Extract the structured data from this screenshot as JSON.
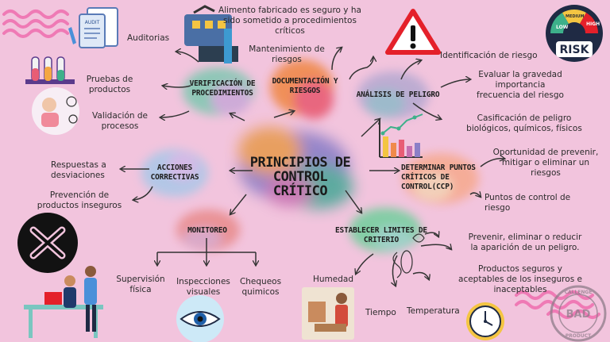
{
  "center": {
    "title_lines": [
      "PRINCIPIOS DE",
      "CONTROL",
      "CRÍTICO"
    ]
  },
  "nodes": {
    "verificacion": {
      "lines": [
        "VERIFICACIÓN DE",
        "PROCEDIMIENTOS"
      ]
    },
    "documentacion": {
      "lines": [
        "DOCUMENTACIÓN Y",
        "RIESGOS"
      ]
    },
    "analisis": {
      "lines": [
        "ANÁLISIS DE PELIGRO"
      ]
    },
    "acciones": {
      "lines": [
        "ACCIONES",
        "CORRECTIVAS"
      ]
    },
    "puntos": {
      "lines": [
        "DETERMINAR PUNTOS",
        "CRÍTICOS DE",
        "CONTROL(CCP)"
      ]
    },
    "monitoreo": {
      "lines": [
        "MONITOREO"
      ]
    },
    "limites": {
      "lines": [
        "ESTABLECER LIMITES DE",
        "CRITERIO"
      ]
    }
  },
  "leaves": {
    "auditorias": "Auditorias",
    "pruebas": [
      "Pruebas de",
      "productos"
    ],
    "validacion": [
      "Validación de",
      "procesos"
    ],
    "alimento": [
      "Alimento fabricado es seguro y ha",
      "sido  sometido a procedimientos",
      "críticos"
    ],
    "mantenimiento": [
      "Mantenimiento de",
      "riesgos"
    ],
    "identificacion": "Identificación de riesgo",
    "evaluar": [
      "Evaluar la gravedad",
      "importancia",
      "frecuencia del riesgo"
    ],
    "clasificacion": [
      "Casificación de peligro",
      "biológicos, químicos, físicos"
    ],
    "respuestas": [
      "Respuestas a",
      "desviaciones"
    ],
    "prevencion": [
      "Prevención de",
      "productos inseguros"
    ],
    "oportunidad": [
      "Oportunidad de prevenir,",
      "mitigar o eliminar un",
      "riesgos"
    ],
    "puntos_control": [
      "Puntos   de   control   de",
      "riesgo"
    ],
    "supervision": [
      "Supervisión",
      "física"
    ],
    "inspecciones": [
      "Inspecciones",
      "visuales"
    ],
    "chequeos": [
      "Chequeos",
      "quimicos"
    ],
    "humedad": "Humedad",
    "tiempo": "Tiempo",
    "temperatura": "Temperatura",
    "prevenir": [
      "Prevenir,  eliminar  o  reducir",
      "la aparición de un peligro."
    ],
    "productos_seguros": [
      "Productos seguros y",
      "aceptables de los inseguros e",
      "inaceptables"
    ]
  },
  "illustrations": {
    "audit_label": "AUDIT",
    "risk_gauge": {
      "low": "LOW",
      "medium": "MEDIUM",
      "high": "HIGH",
      "risk": "RISK"
    },
    "stamp": "BAD",
    "stamp_lines": [
      "CALLENGE",
      "PRODUCT"
    ]
  },
  "colors": {
    "background": "#f2c4dd",
    "warning_red": "#e4202a",
    "stamp_red": "#c0392b",
    "navy": "#1f2a44"
  }
}
